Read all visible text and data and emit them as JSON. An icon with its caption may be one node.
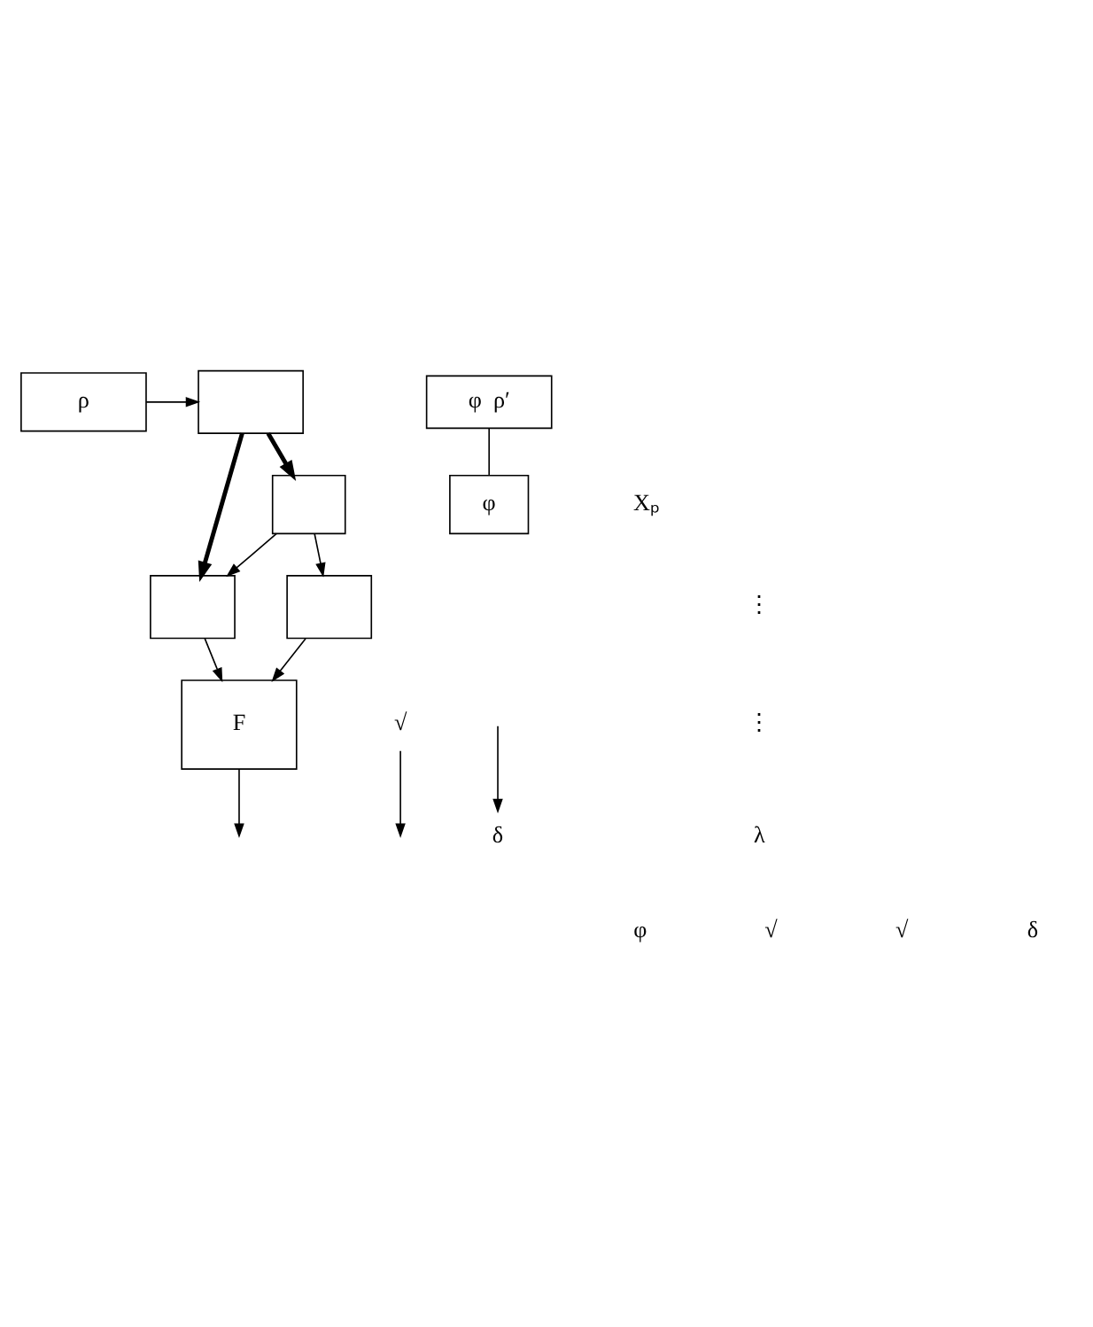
{
  "diagram": {
    "nodes": [
      {
        "text": [],
        "shape": "box"
      },
      {
        "text": [
          "ρ"
        ]
      },
      {
        "text": [
          "φ  ρ′"
        ]
      },
      {
        "text": [
          "φ"
        ]
      },
      {
        "text": [],
        "shape": "box"
      },
      {
        "text": [],
        "shape": "box"
      },
      {
        "text": [],
        "shape": "box"
      },
      {
        "text": [
          "F"
        ]
      },
      {
        "text": [
          "√"
        ]
      },
      {
        "text": [
          "δ"
        ]
      }
    ],
    "edges": [
      {
        "from": 1,
        "to": 0,
        "arrow": "to"
      },
      {
        "from": 0,
        "to": 5,
        "arrow": "to",
        "style": "thick"
      },
      {
        "from": 0,
        "to": 4,
        "arrow": "to",
        "style": "thick"
      },
      {
        "from": 4,
        "to": 5,
        "arrow": "to"
      },
      {
        "from": 4,
        "to": 6,
        "arrow": "to"
      },
      {
        "from": 6,
        "to": 7,
        "arrow": "to"
      },
      {
        "from": 5,
        "to": 7,
        "arrow": "to"
      },
      {
        "from": 2,
        "to": 3,
        "arrow": "none"
      },
      {
        "from": 7,
        "to": null,
        "arrow": "to"
      },
      {
        "from": 8,
        "to": null,
        "arrow": "to"
      },
      {
        "from": null,
        "to": 9,
        "arrow": "to"
      }
    ],
    "labels": [
      "φ",
      "√",
      "√",
      "δ",
      "Xₚ",
      "⋮",
      "⋮",
      "λ"
    ]
  }
}
